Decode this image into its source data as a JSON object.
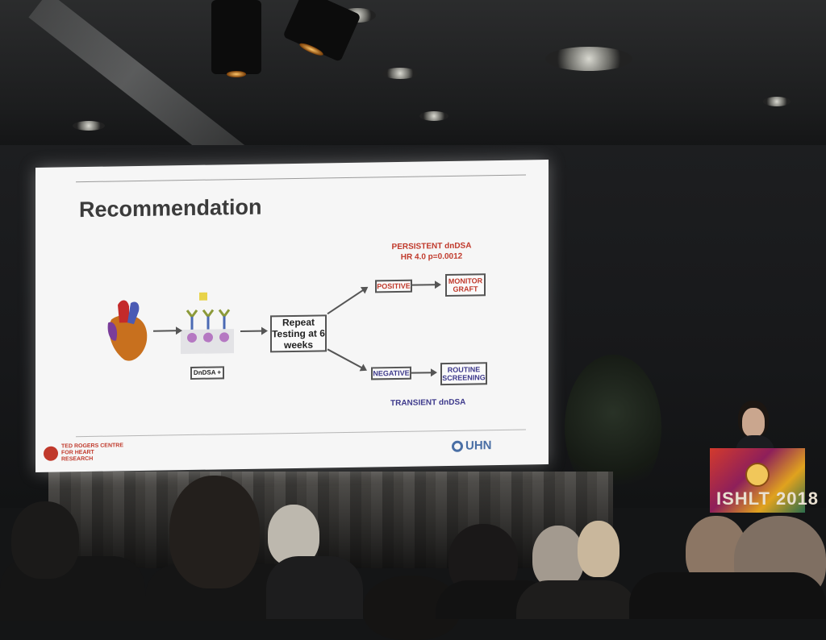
{
  "slide": {
    "title": "Recommendation",
    "left_logo_text": "TED ROGERS CENTRE FOR HEART RESEARCH",
    "right_logo_text": "UHN",
    "dndsa_box": "DnDSA +",
    "repeat_box": "Repeat Testing at 6 weeks",
    "positive_box": "POSITIVE",
    "negative_box": "NEGATIVE",
    "monitor_box": "MONITOR GRAFT",
    "routine_box": "ROUTINE SCREENING",
    "persistent_label": "PERSISTENT dnDSA",
    "hr_label": "HR 4.0 p=0.0012",
    "transient_label": "TRANSIENT dnDSA"
  },
  "podium": {
    "text": "ISHLT 2018"
  },
  "colors": {
    "red_text": "#c0392b",
    "blue_text": "#3e3a8c",
    "slide_bg": "#f6f6f6"
  }
}
